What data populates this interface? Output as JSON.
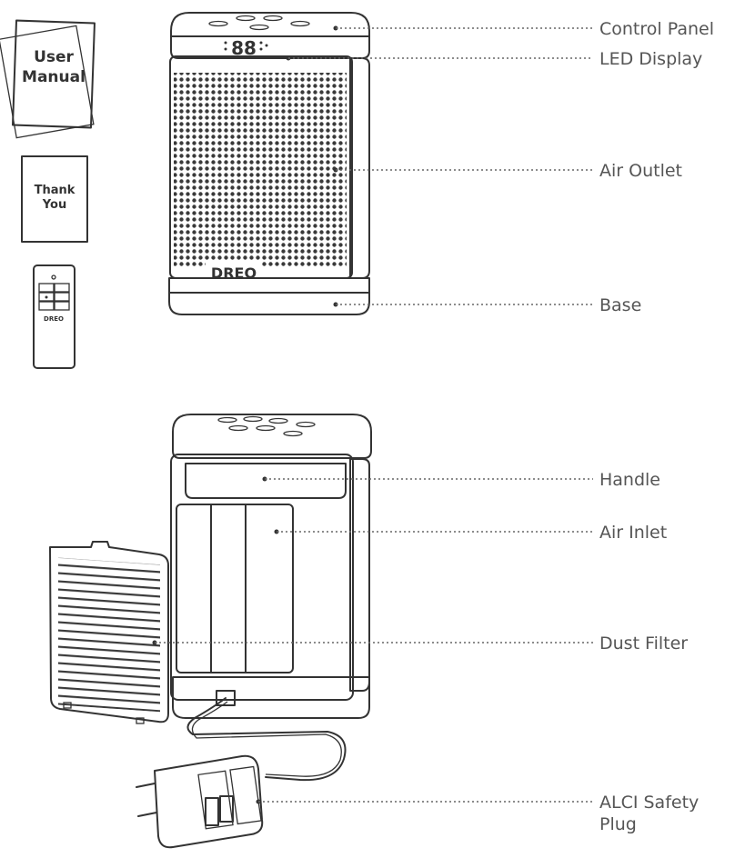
{
  "accessories": {
    "manual_line1": "User",
    "manual_line2": "Manual",
    "card_line1": "Thank",
    "card_line2": "You",
    "remote_logo": "DREO"
  },
  "heater": {
    "display_value": "88",
    "brand": "DREO"
  },
  "callouts": {
    "control_panel": "Control Panel",
    "led_display": "LED Display",
    "air_outlet": "Air Outlet",
    "base": "Base",
    "handle": "Handle",
    "air_inlet": "Air Inlet",
    "dust_filter": "Dust Filter",
    "plug_line1": "ALCI Safety",
    "plug_line2": "Plug"
  }
}
